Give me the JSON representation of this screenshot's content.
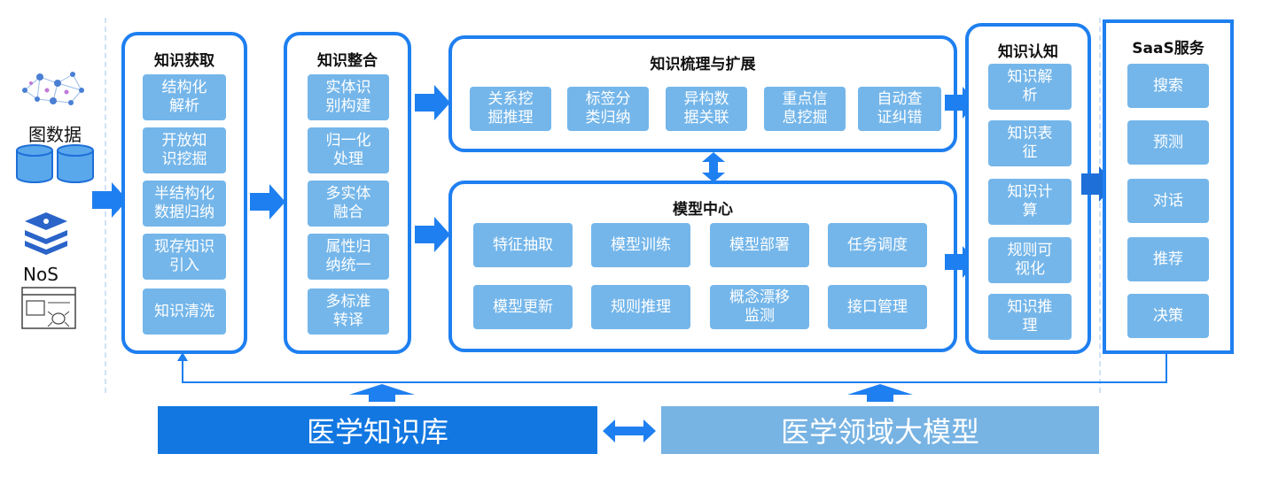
{
  "sources": {
    "graph_label": "图数据",
    "nos_label": "NoS"
  },
  "acquisition": {
    "title": "知识获取",
    "items": [
      "结构化\n解析",
      "开放知\n识挖掘",
      "半结构化\n数据归纳",
      "现存知识\n引入",
      "知识清洗"
    ]
  },
  "integration": {
    "title": "知识整合",
    "items": [
      "实体识\n别构建",
      "归一化\n处理",
      "多实体\n融合",
      "属性归\n纳统一",
      "多标准\n转译"
    ]
  },
  "organization": {
    "title": "知识梳理与扩展",
    "items": [
      "关系挖\n掘推理",
      "标签分\n类归纳",
      "异构数\n据关联",
      "重点信\n息挖掘",
      "自动查\n证纠错"
    ]
  },
  "model_center": {
    "title": "模型中心",
    "items": [
      "特征抽取",
      "模型训练",
      "模型部署",
      "任务调度",
      "模型更新",
      "规则推理",
      "概念漂移\n监测",
      "接口管理"
    ]
  },
  "cognition": {
    "title": "知识认知",
    "items": [
      "知识解\n析",
      "知识表\n征",
      "知识计\n算",
      "规则可\n视化",
      "知识推\n理"
    ]
  },
  "saas": {
    "title": "SaaS服务",
    "items": [
      "搜索",
      "预测",
      "对话",
      "推荐",
      "决策"
    ]
  },
  "bottom": {
    "left": "医学知识库",
    "right": "医学领域大模型"
  },
  "colors": {
    "accent": "#1e7ff0",
    "item": "#74b6ea",
    "bar_left": "#1277e1",
    "bar_right": "#77b3e3"
  }
}
